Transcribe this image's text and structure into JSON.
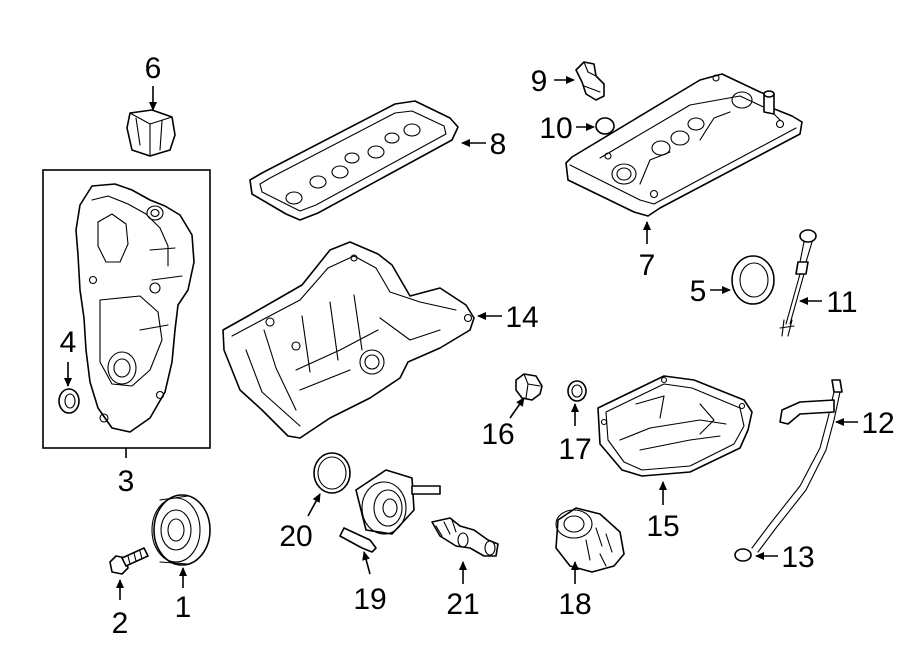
{
  "labels": {
    "c1": "1",
    "c2": "2",
    "c3": "3",
    "c4": "4",
    "c5": "5",
    "c6": "6",
    "c7": "7",
    "c8": "8",
    "c9": "9",
    "c10": "10",
    "c11": "11",
    "c12": "12",
    "c13": "13",
    "c14": "14",
    "c15": "15",
    "c16": "16",
    "c17": "17",
    "c18": "18",
    "c19": "19",
    "c20": "20",
    "c21": "21"
  },
  "colors": {
    "line": "#000000",
    "background": "#ffffff"
  }
}
